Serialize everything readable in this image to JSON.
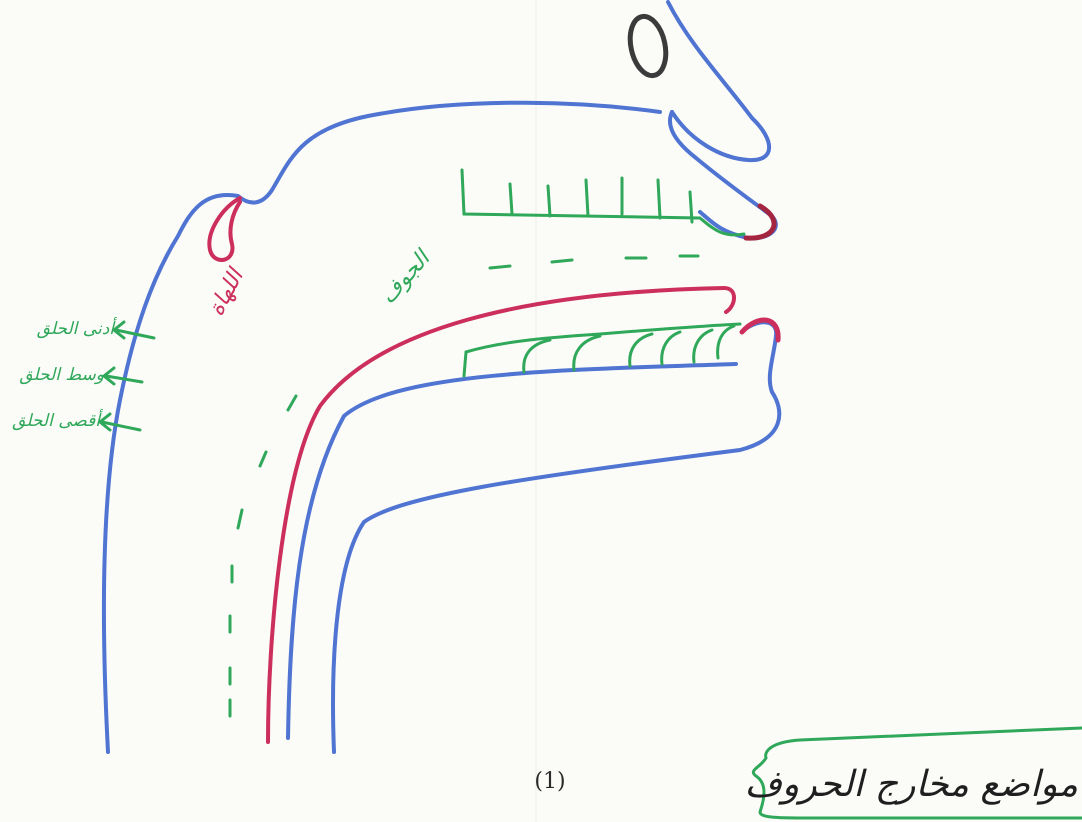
{
  "title": "مواضع مخارج الحروف",
  "page_number": "(1)",
  "labels": {
    "jawf": "الجوف",
    "lahah": "اللهاة",
    "throat_top": "أدنى الحلق",
    "throat_middle": "وسط الحلق",
    "throat_bottom": "أقصى الحلق"
  },
  "colors": {
    "paper": "#fbfbf8",
    "outline": "#4f74d2",
    "tongue": "#cc2f5c",
    "teeth_and_text": "#2fa85a",
    "nostril": "#3b3b3b",
    "lips": "#a3253f"
  }
}
